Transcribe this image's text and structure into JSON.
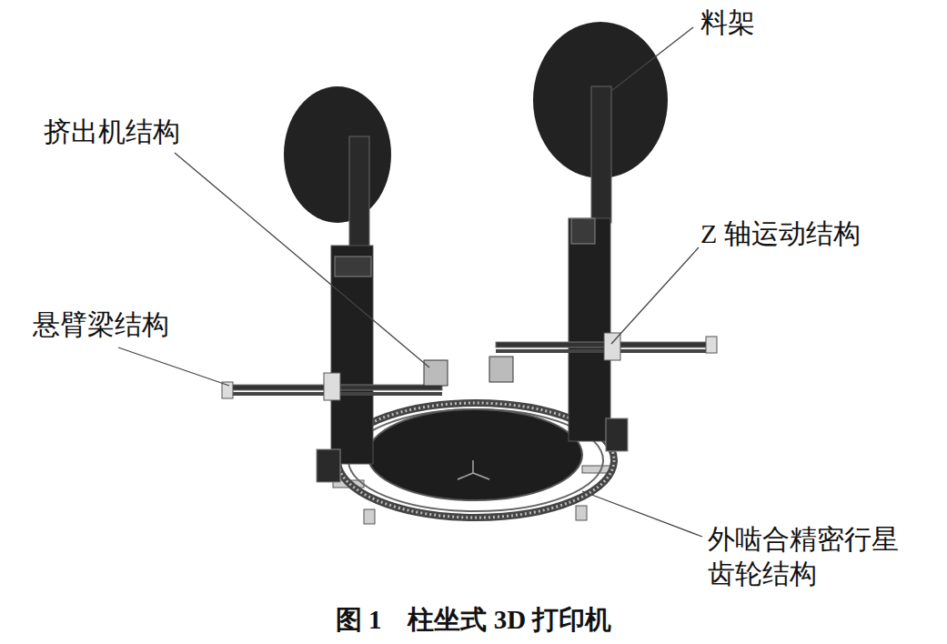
{
  "diagram": {
    "caption": "图 1　柱坐式 3D 打印机",
    "labels": [
      "料架",
      "挤出机结构",
      "Z 轴运动结构",
      "悬臂梁结构",
      "外啮合精密行星 齿轮结构"
    ]
  }
}
